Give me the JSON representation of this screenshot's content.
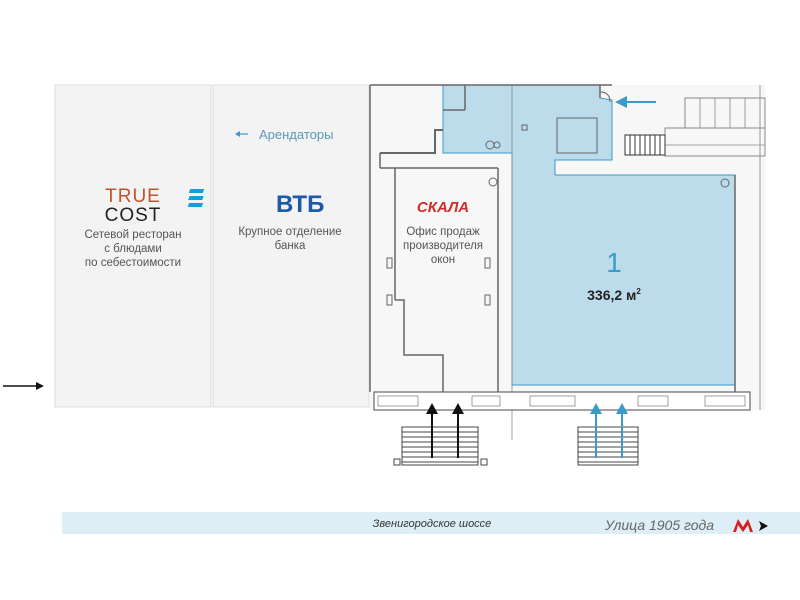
{
  "legend": {
    "label": "Арендаторы"
  },
  "tenants": [
    {
      "id": "truecost",
      "logo_line1": "TRUE",
      "logo_line2": "COST",
      "desc": [
        "Сетевой ресторан",
        "с блюдами",
        "по себестоимости"
      ]
    },
    {
      "id": "vtb",
      "logo": "ВТБ",
      "desc": [
        "Крупное отделение",
        "банка"
      ]
    },
    {
      "id": "skala",
      "logo": "СКАЛА",
      "desc": [
        "Офис продаж",
        "производителя",
        "окон"
      ]
    }
  ],
  "premise": {
    "number": "1",
    "area": "336,2 м",
    "area_sup": "2"
  },
  "street": {
    "name": "Звенигородское шоссе",
    "metro": "Улица 1905 года"
  },
  "colors": {
    "premise_fill": "#bcdcec",
    "accent_blue": "#3a9ac9",
    "truecost_red": "#c0552b",
    "vtb_blue": "#1b5aa6",
    "skala_red": "#d42a2a",
    "metro_red": "#d91c1c",
    "street_band": "#ddeef6"
  }
}
